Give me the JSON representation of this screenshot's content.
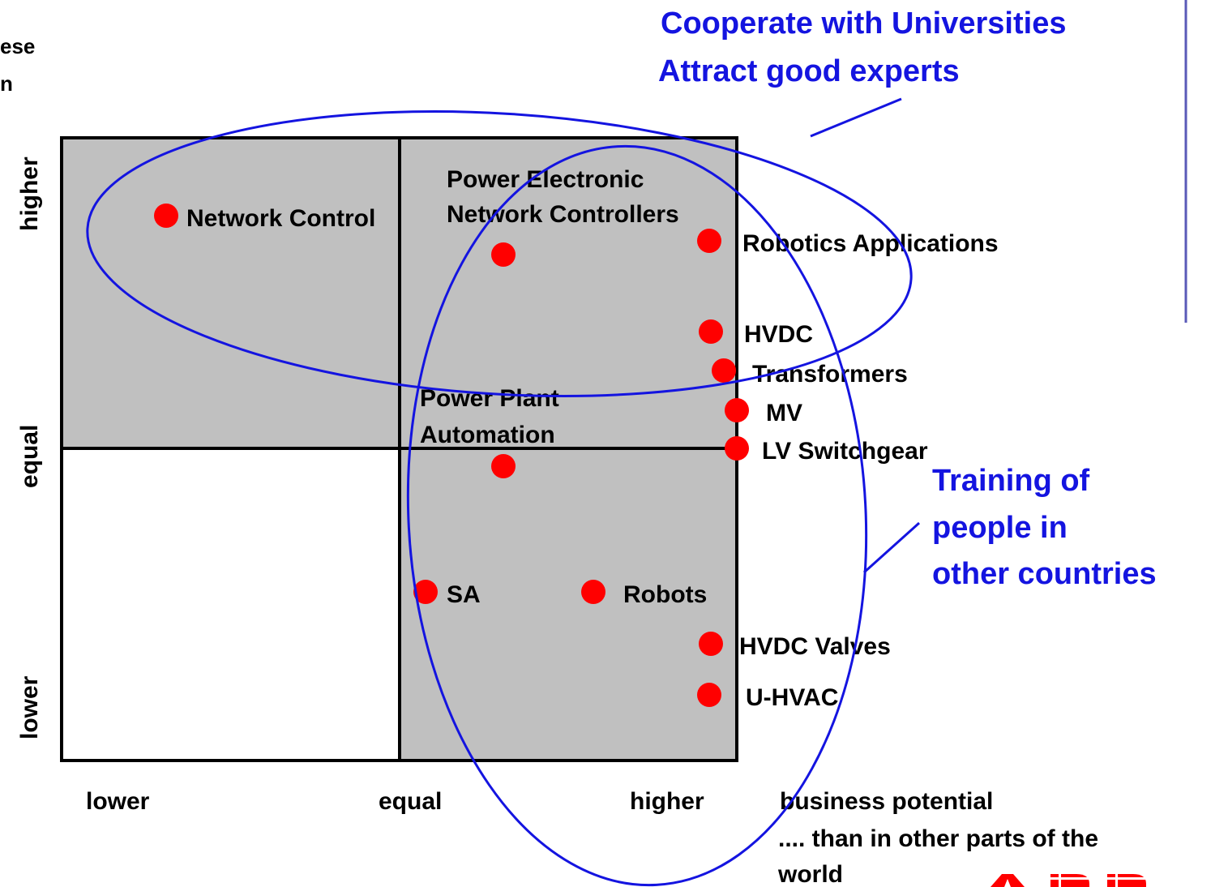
{
  "top_left_fragment": [
    "ese",
    "n"
  ],
  "header_callout": {
    "line1": "Cooperate with Universities",
    "line2": "Attract good experts"
  },
  "side_callout": {
    "line1": "Training of",
    "line2": "people in",
    "line3": "other countries"
  },
  "y_axis": {
    "high": "higher",
    "mid": "equal",
    "low": "lower"
  },
  "x_axis": {
    "low": "lower",
    "mid": "equal",
    "high": "higher",
    "title": "business potential",
    "note_line1": ".... than in other parts of the",
    "note_line2": "world"
  },
  "items": {
    "network_control": "Network Control",
    "power_electronic_line1": "Power Electronic",
    "power_electronic_line2": "Network Controllers",
    "robotics_applications": "Robotics Applications",
    "hvdc": "HVDC",
    "transformers": "Transformers",
    "power_plant_line1": "Power Plant",
    "power_plant_line2": "Automation",
    "mv": "MV",
    "lv_switchgear": "LV Switchgear",
    "sa": "SA",
    "robots": "Robots",
    "hvdc_valves": "HVDC Valves",
    "u_hvac": "U-HVAC"
  },
  "colors": {
    "quadrant_fill": "#c0c0c0",
    "dot": "#ff0000",
    "annotation": "#1414e0",
    "logo": "#ff0000"
  },
  "logo_text": "ABB"
}
